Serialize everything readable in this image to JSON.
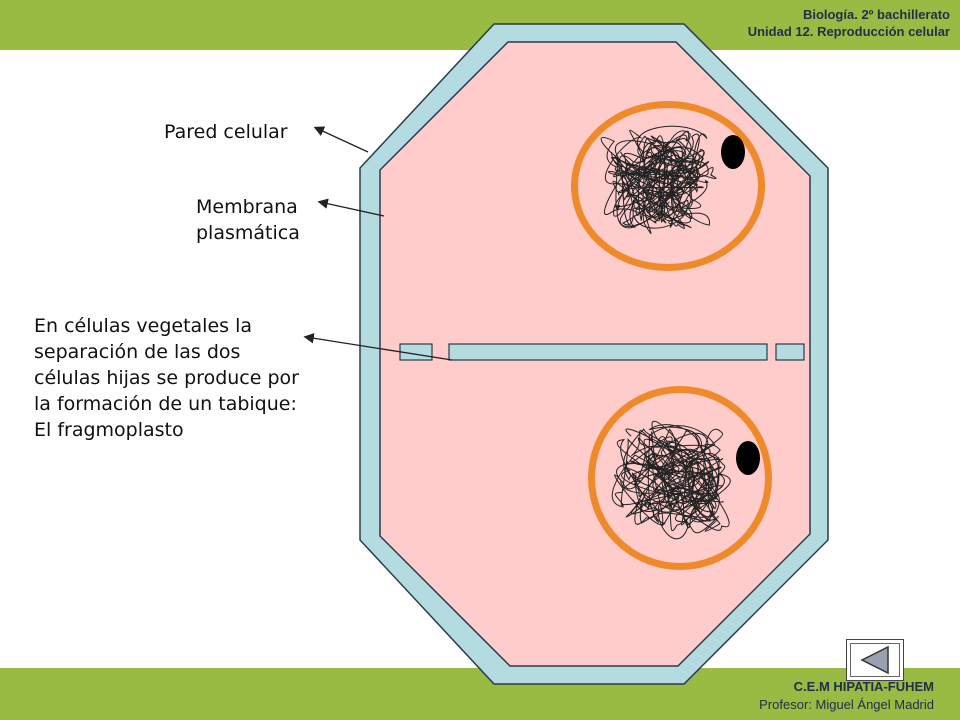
{
  "header": {
    "course": "Biología. 2º bachillerato",
    "unit": "Unidad 12. Reproducción celular"
  },
  "footer": {
    "school": "C.E.M HIPATIA-FUHEM",
    "author": "Profesor: Miguel Ángel Madrid"
  },
  "labels": {
    "cell_wall": "Pared celular",
    "membrane_line1": "Membrana",
    "membrane_line2": "plasmática",
    "description": [
      "En células vegetales la",
      "separación de las dos",
      "células hijas se produce por",
      "la formación de un tabique:",
      "El fragmoplasto"
    ]
  },
  "colors": {
    "bars": "#99bb44",
    "cell_wall": "#b4dce0",
    "cytoplasm": "#ffcccc",
    "nuclear_envelope": "#ee8a2a",
    "nucleolus": "#000000",
    "chromatin": "#222222"
  },
  "icons": {
    "nav_back": "triangle-left-icon"
  }
}
